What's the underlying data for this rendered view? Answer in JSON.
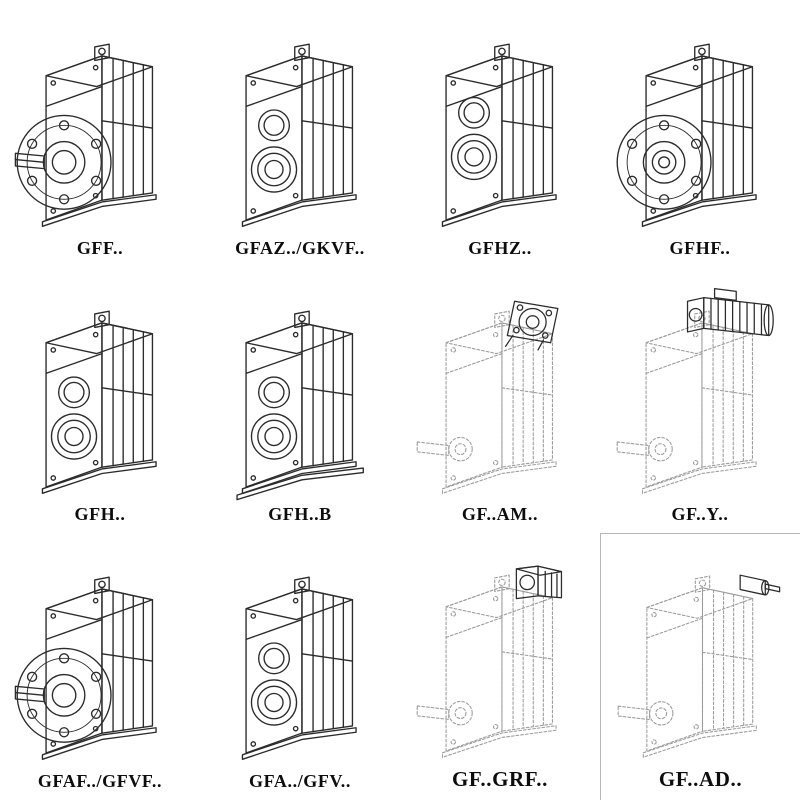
{
  "page": {
    "background": "#ffffff",
    "description_colors": {
      "ink": "#2b2b2b",
      "faint_ink": "#9c9c9c"
    }
  },
  "cells": [
    {
      "label": "GFF..",
      "drawing": "gearbox-output-flange-with-solid-shaft",
      "variant": {
        "flange": true,
        "shaft": true
      }
    },
    {
      "label": "GFAZ../GKVF..",
      "drawing": "gearbox-hollow-shaft-front-bores",
      "variant": {
        "bores": true
      }
    },
    {
      "label": "GFHZ..",
      "drawing": "gearbox-hollow-shaft-shrink-disc",
      "variant": {
        "bores": true,
        "boreShift": -14
      }
    },
    {
      "label": "GFHF..",
      "drawing": "gearbox-output-flange-hollow-shaft",
      "variant": {
        "flange": true,
        "hollow": true
      }
    },
    {
      "label": "GFH..",
      "drawing": "gearbox-foot-mounted-hollow-shaft",
      "variant": {
        "bores": true
      }
    },
    {
      "label": "GFH..B",
      "drawing": "gearbox-foot-mounted-with-base",
      "variant": {
        "bores": true,
        "basePlate": true
      }
    },
    {
      "label": "GF..AM..",
      "drawing": "gearbox-with-iec-motor-adapter-flange",
      "variant": {
        "dashed": true,
        "iecFlange": true,
        "smallShaft": true
      }
    },
    {
      "label": "GF..Y..",
      "drawing": "gearbox-with-mounted-motor",
      "variant": {
        "dashed": true,
        "motor": true,
        "smallShaft": true
      }
    },
    {
      "label": "GFAF../GFVF..",
      "drawing": "gearbox-output-flange-with-solid-shaft",
      "variant": {
        "flange": true,
        "shaft": true
      }
    },
    {
      "label": "GFA../GFV..",
      "drawing": "gearbox-hollow-shaft-front-bores",
      "variant": {
        "bores": true
      }
    },
    {
      "label": "GF..GRF..",
      "drawing": "gearbox-with-adapter-housing",
      "variant": {
        "dashed": true,
        "adapterBox": true,
        "smallShaft": true
      }
    },
    {
      "label": "GF..AD..",
      "drawing": "gearbox-with-input-shaft-assembly",
      "variant": {
        "dashed": true,
        "inputShaft": true,
        "smallShaft": true
      }
    }
  ]
}
